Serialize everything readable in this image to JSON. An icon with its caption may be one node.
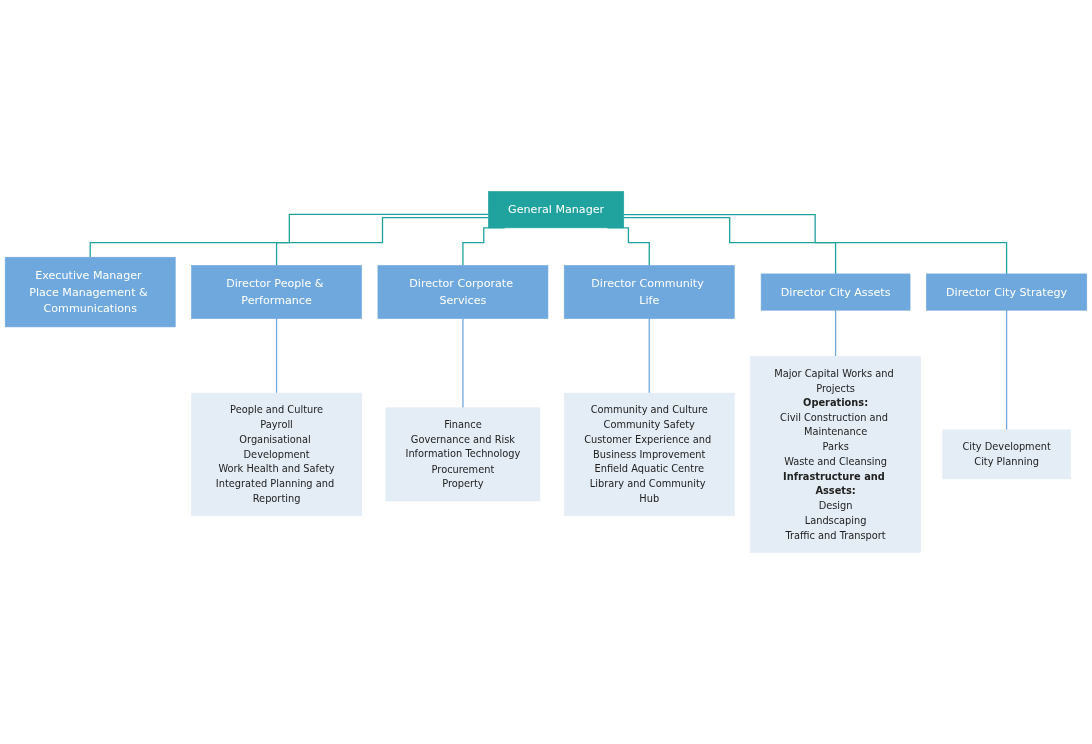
{
  "diagram": {
    "nodes": [
      {
        "text": [
          "General Manager"
        ]
      },
      {
        "text": [
          "Executive Manager Place Management & Communications"
        ]
      },
      {
        "text": [
          "Director People & Performance"
        ]
      },
      {
        "text": [
          "Director Corporate Services"
        ]
      },
      {
        "text": [
          "Director Community Life"
        ]
      },
      {
        "text": [
          "Director City Assets"
        ]
      },
      {
        "text": [
          "Director City Strategy"
        ]
      },
      {
        "text": [
          "People and Culture",
          "Payroll",
          "Organisational Development",
          "Work Health and Safety",
          "Integrated Planning and Reporting"
        ]
      },
      {
        "text": [
          "Finance",
          "Governance and Risk",
          "Information Technology",
          "Procurement",
          "Property"
        ]
      },
      {
        "text": [
          "Community and Culture",
          "Community Safety",
          "Customer Experience and Business Improvement",
          "Enfield Aquatic Centre",
          "Library and Community Hub"
        ]
      },
      {
        "text": [
          "Major Capital Works and Projects",
          "**Operations:**",
          "Civil Construction and Maintenance",
          "Parks",
          "Waste and Cleansing",
          "**Infrastructure and Assets:**",
          "Design",
          "Landscaping",
          "Traffic and Transport"
        ]
      },
      {
        "text": [
          "City Development",
          "City Planning"
        ]
      }
    ],
    "edges": [
      {
        "from": 0,
        "to": 1,
        "arrow": "none"
      },
      {
        "from": 0,
        "to": 2,
        "arrow": "none"
      },
      {
        "from": 0,
        "to": 3,
        "arrow": "none"
      },
      {
        "from": 0,
        "to": 4,
        "arrow": "none"
      },
      {
        "from": 0,
        "to": 5,
        "arrow": "none"
      },
      {
        "from": 0,
        "to": 6,
        "arrow": "none"
      },
      {
        "from": 2,
        "to": 7,
        "arrow": "none",
        "color": "#6fa8dc"
      },
      {
        "from": 3,
        "to": 8,
        "arrow": "none",
        "color": "#6fa8dc"
      },
      {
        "from": 4,
        "to": 9,
        "arrow": "none",
        "color": "#6fa8dc"
      },
      {
        "from": 5,
        "to": 10,
        "arrow": "none",
        "color": "#6fa8dc"
      },
      {
        "from": 6,
        "to": 11,
        "arrow": "none",
        "color": "#6fa8dc"
      }
    ]
  }
}
